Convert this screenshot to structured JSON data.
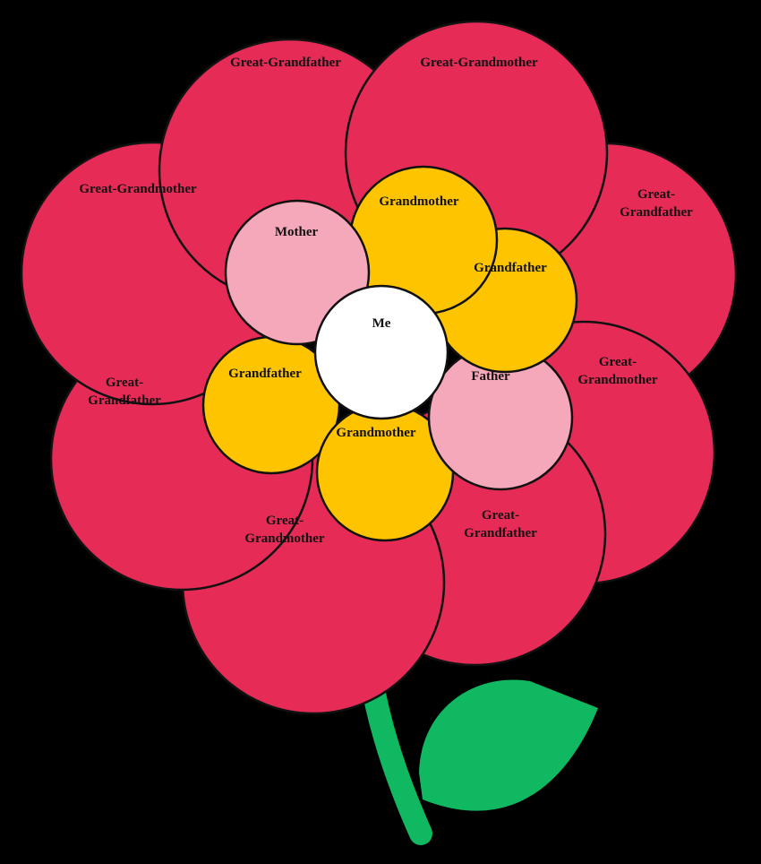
{
  "colors": {
    "background": "#000000",
    "outer_petal": "#E52B56",
    "middle_petal_female": "#F6A8BB",
    "middle_petal_gold": "#FFC400",
    "center": "#FFFFFF",
    "stem": "#10B862",
    "outline": "#111111"
  },
  "labels": {
    "center": "Me",
    "mother": "Mother",
    "father": "Father",
    "grandmother_top": "Grandmother",
    "grandfather_right": "Grandfather",
    "grandfather_left": "Grandfather",
    "grandmother_bottom": "Grandmother",
    "ggf_top": "Great-Grandfather",
    "ggm_top": "Great-Grandmother",
    "ggm_upper_left": "Great-Grandmother",
    "ggf_right": [
      "Great-",
      "Grandfather"
    ],
    "ggf_left": [
      "Great-",
      "Grandfather"
    ],
    "ggm_right": [
      "Great-",
      "Grandmother"
    ],
    "ggm_bottom_left": [
      "Great-",
      "Grandmother"
    ],
    "ggf_bottom_right": [
      "Great-",
      "Grandfather"
    ]
  }
}
